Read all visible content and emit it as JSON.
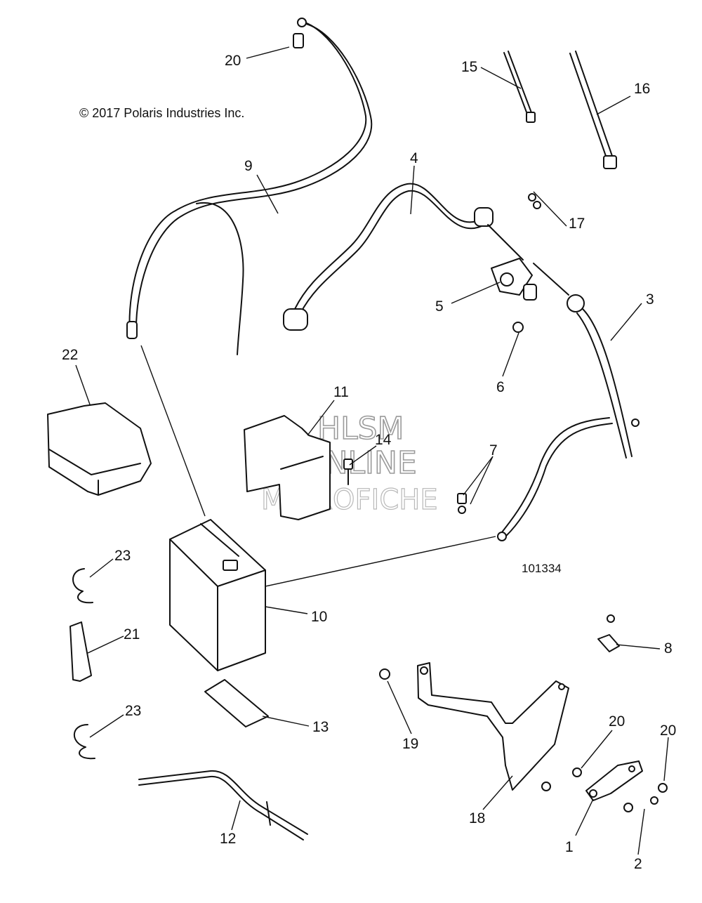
{
  "copyright": "© 2017 Polaris Industries Inc.",
  "reference_number": "101334",
  "watermark": {
    "line1": "HLSM",
    "line2": "ONLINE",
    "line3": "MICROFICHE"
  },
  "callouts": {
    "c1": "1",
    "c2": "2",
    "c3": "3",
    "c4": "4",
    "c5": "5",
    "c6": "6",
    "c7": "7",
    "c8": "8",
    "c9": "9",
    "c10": "10",
    "c11": "11",
    "c12": "12",
    "c13": "13",
    "c14": "14",
    "c15": "15",
    "c16": "16",
    "c17": "17",
    "c18": "18",
    "c19": "19",
    "c20a": "20",
    "c20b": "20",
    "c20c": "20",
    "c21": "21",
    "c22": "22",
    "c23a": "23",
    "c23b": "23"
  }
}
